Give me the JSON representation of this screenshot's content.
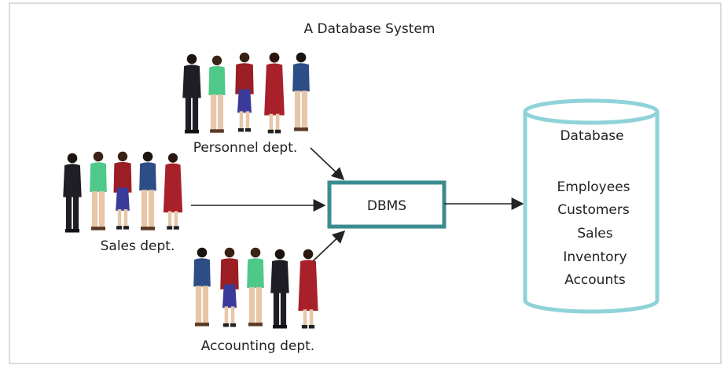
{
  "diagram": {
    "title": "A Database System",
    "departments": [
      {
        "label": "Personnel dept."
      },
      {
        "label": "Sales dept."
      },
      {
        "label": "Accounting dept."
      }
    ],
    "dbms_label": "DBMS",
    "database": {
      "title": "Database",
      "items": [
        "Employees",
        "Customers",
        "Sales",
        "Inventory",
        "Accounts"
      ]
    },
    "colors": {
      "cylinder_border": "#8fd3d8",
      "dbms_border": "#3b8c8f",
      "arrow": "#222222",
      "frame": "#bbbbbb"
    }
  }
}
